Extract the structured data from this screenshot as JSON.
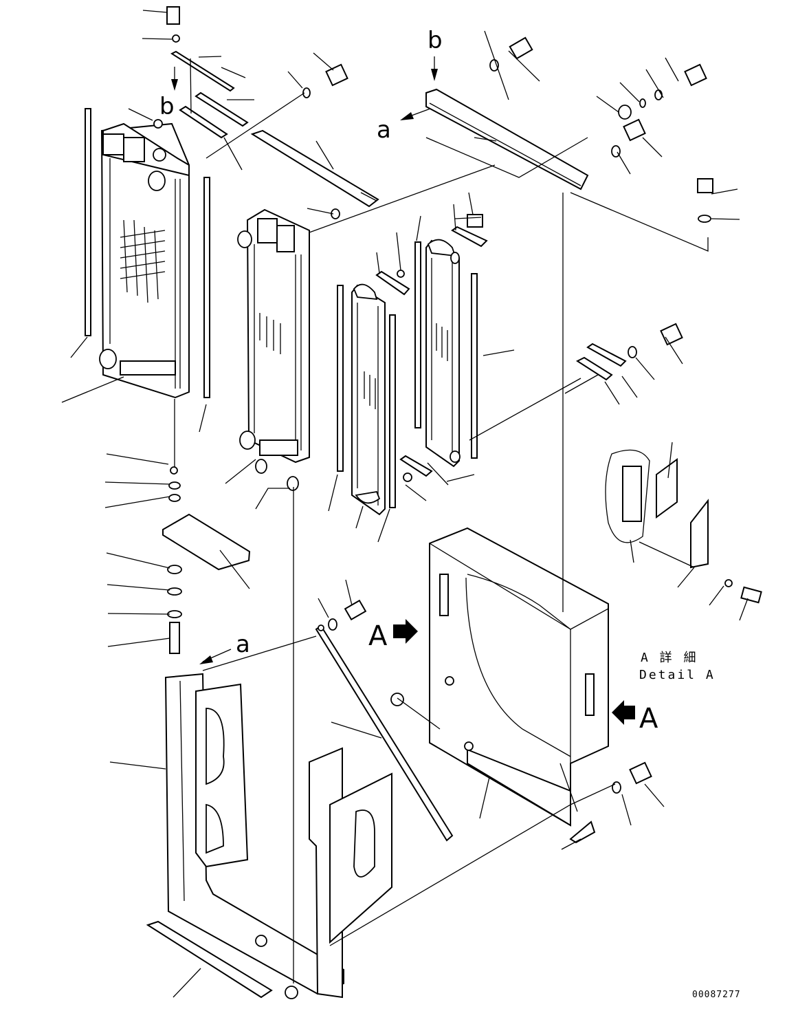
{
  "labels": {
    "view_a_left": "A",
    "view_a_right": "A",
    "view_b_top_left": "b",
    "view_b_top_right": "b",
    "arrow_a_top": "a",
    "arrow_a_bottom": "a"
  },
  "detail": {
    "title_jp": "A 詳 細",
    "title_en": "Detail A"
  },
  "drawing_number": "00087277"
}
